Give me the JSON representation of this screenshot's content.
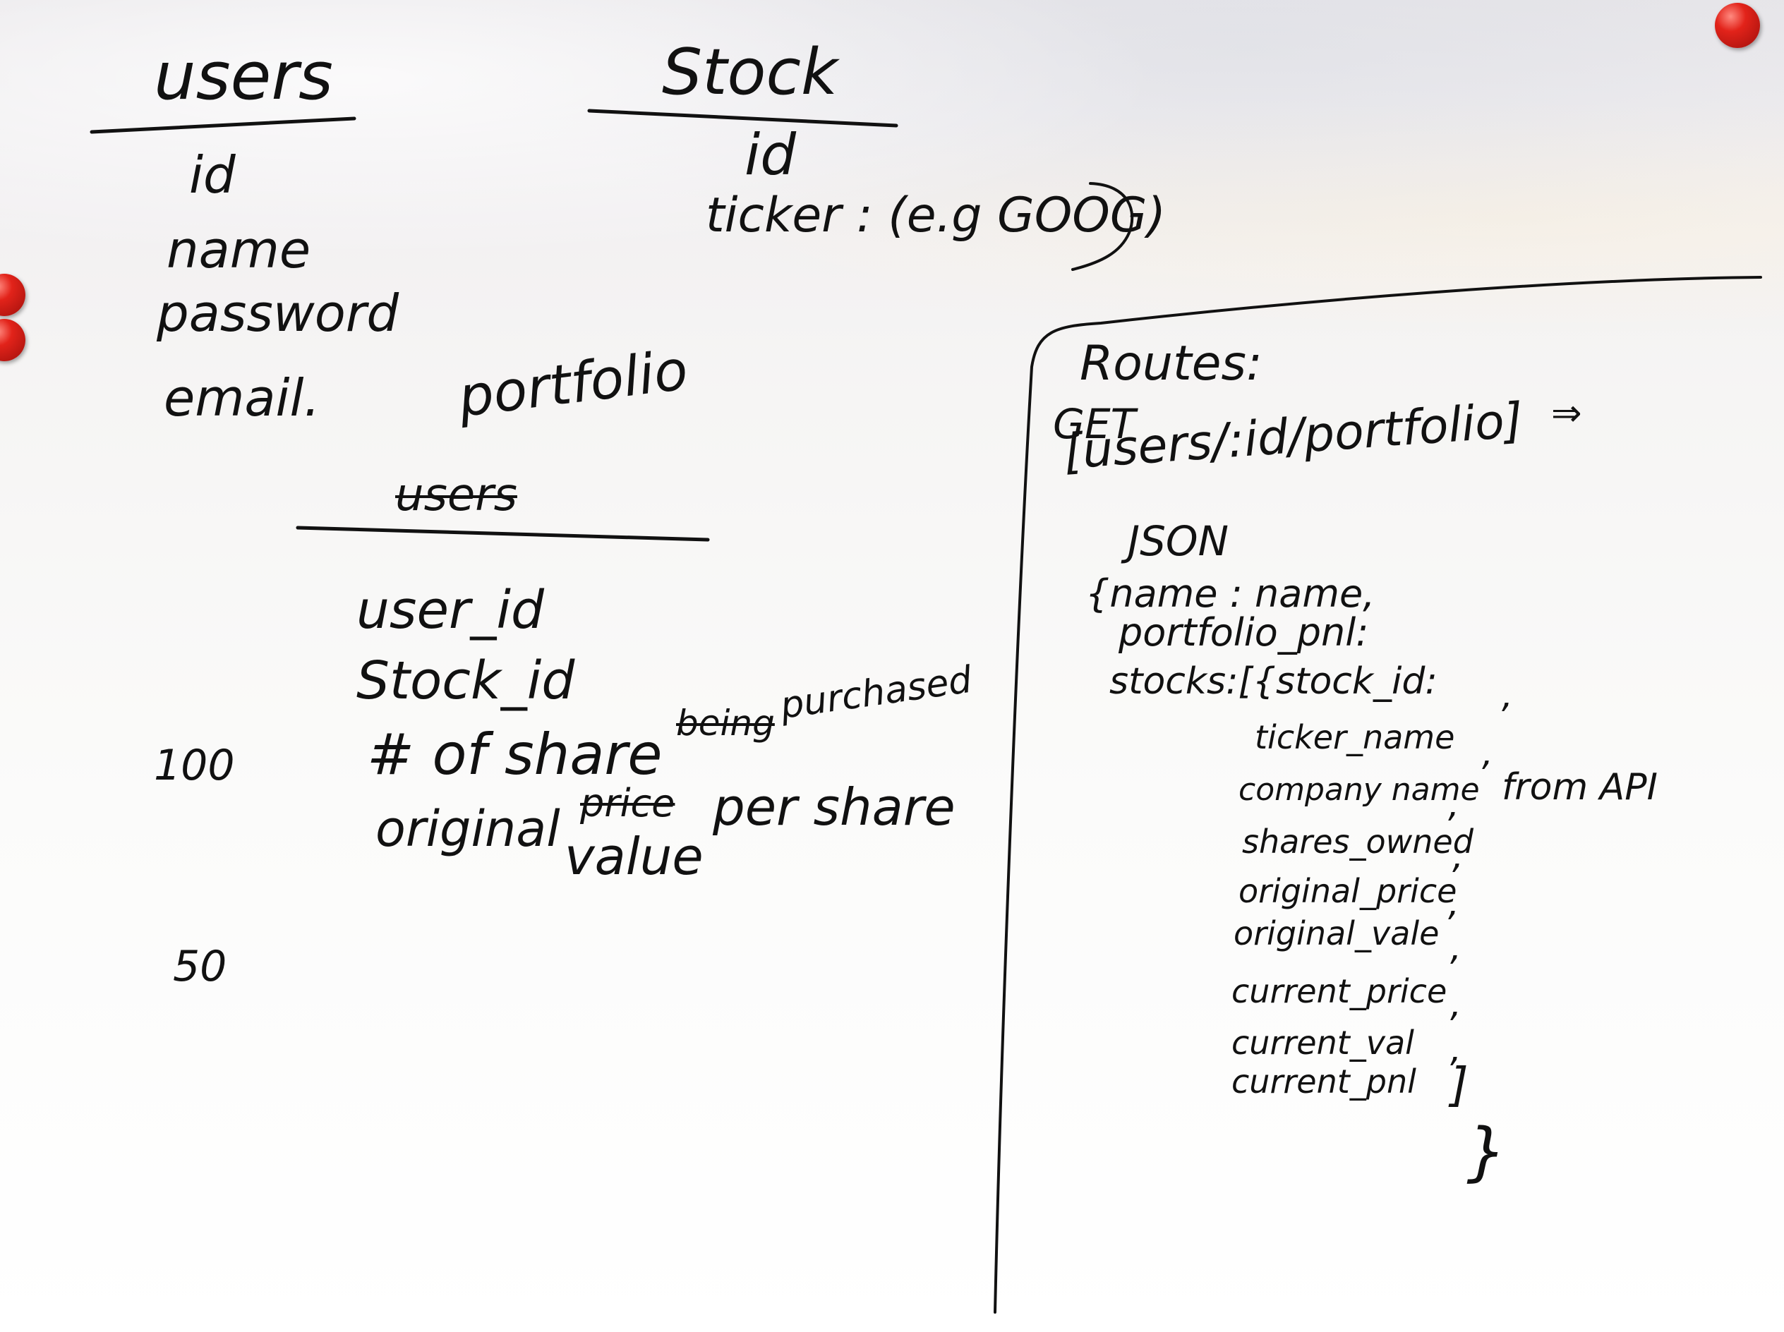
{
  "users_table": {
    "title": "users",
    "fields": [
      "id",
      "name",
      "password",
      "email."
    ]
  },
  "stock_table": {
    "title": "Stock",
    "fields": [
      "id",
      "ticker : (e.g GOOG)"
    ]
  },
  "portfolio_table": {
    "title": "portfolio",
    "struck_title": "users",
    "fields": [
      "user_id",
      "Stock_id",
      "# of share",
      "original",
      "value"
    ],
    "struck_notes": [
      "being",
      "price"
    ],
    "notes": [
      "purchased",
      "per share"
    ]
  },
  "margin_numbers": [
    "100",
    "50"
  ],
  "routes": {
    "title": "Routes:",
    "method": "GET",
    "path": "[users/:id/portfolio]",
    "arrow": "⇒",
    "format": "JSON",
    "body_open": "{name : name,",
    "pnl_line": "portfolio_pnl:",
    "stocks_line": "stocks:[{stock_id:",
    "stock_fields": [
      "ticker_name",
      "company name",
      "shares_owned",
      "original_price",
      "original_vale",
      "current_price",
      "current_val",
      "current_pnl"
    ],
    "commas": [
      ",",
      ",",
      ",",
      ",",
      ",",
      ",",
      ",",
      ","
    ],
    "close_bracket": "]",
    "close_brace": "}",
    "api_note": "from API"
  }
}
